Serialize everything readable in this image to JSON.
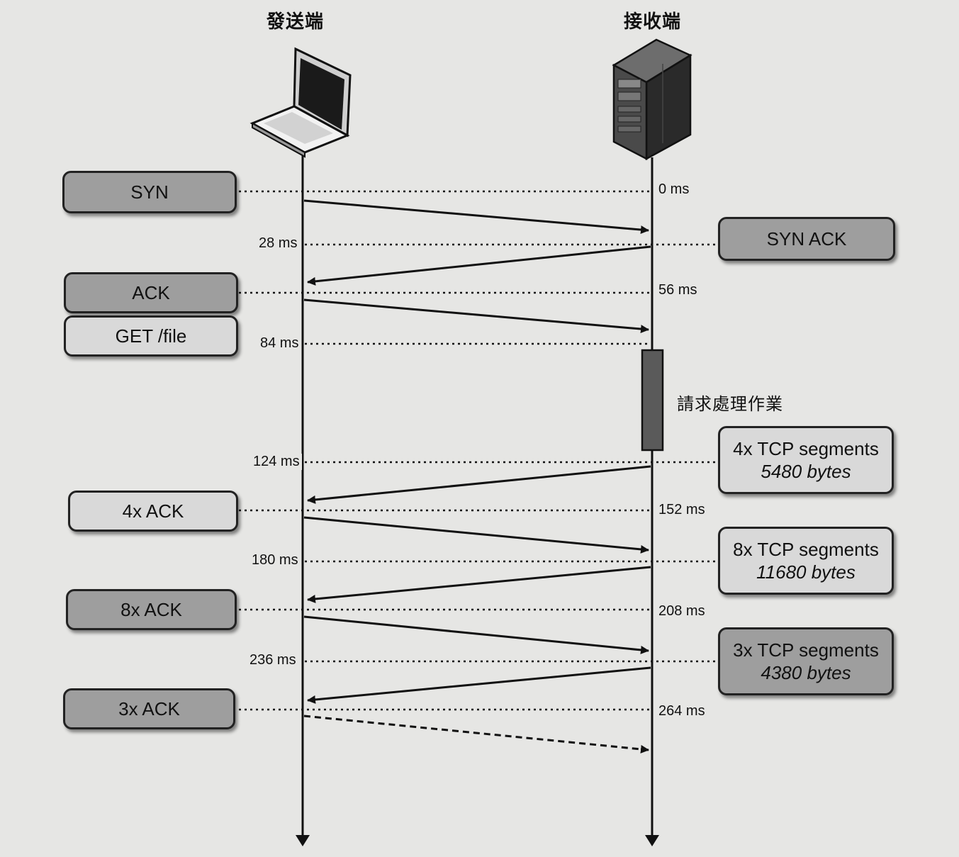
{
  "titles": {
    "sender": "發送端",
    "receiver": "接收端"
  },
  "processing_label": "請求處理作業",
  "left_boxes": [
    {
      "label": "SYN",
      "sub": ""
    },
    {
      "label": "ACK",
      "sub": ""
    },
    {
      "label": "GET /file",
      "sub": ""
    },
    {
      "label": "4x ACK",
      "sub": ""
    },
    {
      "label": "8x ACK",
      "sub": ""
    },
    {
      "label": "3x ACK",
      "sub": ""
    }
  ],
  "right_boxes": [
    {
      "label": "SYN ACK",
      "sub": ""
    },
    {
      "label": "4x TCP segments",
      "sub": "5480 bytes"
    },
    {
      "label": "8x TCP segments",
      "sub": "11680 bytes"
    },
    {
      "label": "3x TCP segments",
      "sub": "4380 bytes"
    }
  ],
  "time_labels_right": [
    "0 ms",
    "56 ms",
    "152 ms",
    "208 ms",
    "264 ms"
  ],
  "time_labels_left": [
    "28 ms",
    "84 ms",
    "124 ms",
    "180 ms",
    "236 ms"
  ],
  "colors": {
    "dark_box": "#9e9e9e",
    "light_box": "#d9d9d9",
    "line": "#111111"
  },
  "icons": {
    "sender": "laptop-icon",
    "receiver": "server-tower-icon"
  }
}
